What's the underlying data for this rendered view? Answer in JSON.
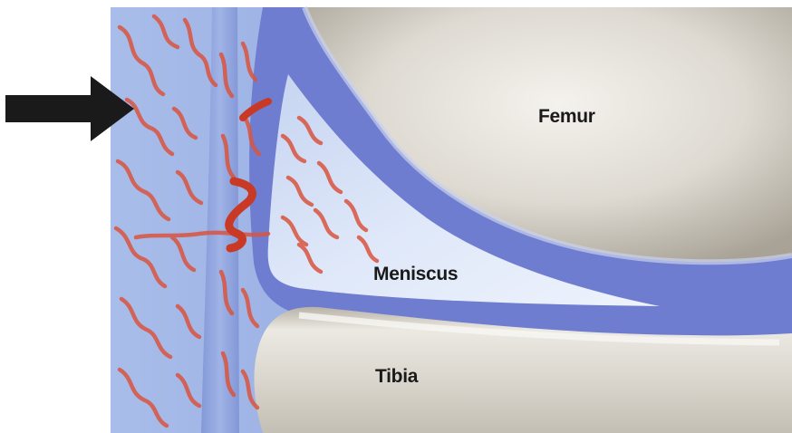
{
  "labels": {
    "femur": "Femur",
    "meniscus": "Meniscus",
    "tibia": "Tibia"
  },
  "colors": {
    "background": "#ffffff",
    "capsule_blue": "#8fa8df",
    "synovial_blue": "#5a67c4",
    "meniscus_light": "#dce6f8",
    "bone_light": "#eae7e0",
    "bone_shadow": "#b3aea3",
    "vessel_red": "#d9543f",
    "arrow": "#1a1a1a"
  }
}
